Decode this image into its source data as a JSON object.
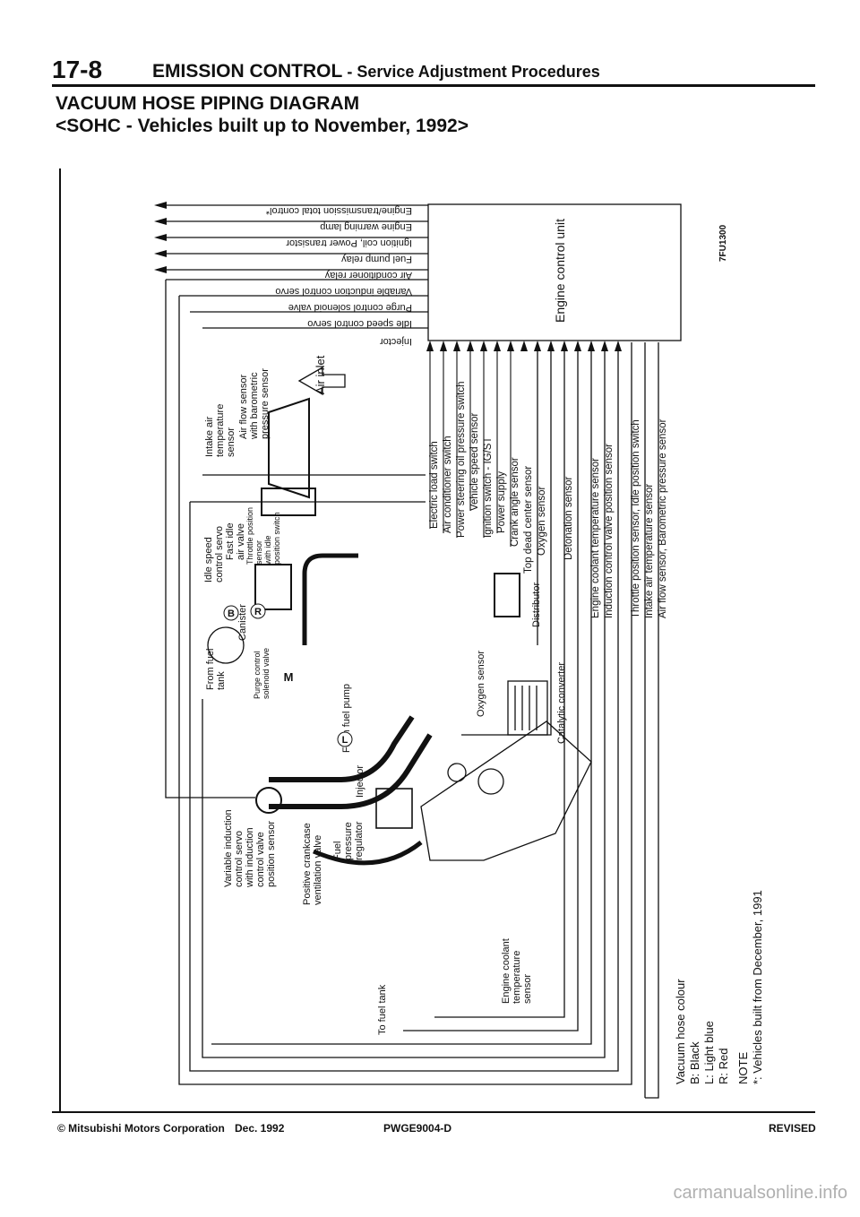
{
  "header": {
    "page_number": "17-8",
    "section": "EMISSION CONTROL",
    "subsection": " - Service Adjustment Procedures"
  },
  "title": {
    "line1": "VACUUM HOSE PIPING DIAGRAM",
    "line2": "<SOHC - Vehicles built up to November, 1992>"
  },
  "ecu": {
    "label": "Engine control unit",
    "outputs": [
      "Engine/transmission total control*",
      "Engine warning lamp",
      "Ignition coil, Power transistor",
      "Fuel pump relay",
      "Air conditioner relay",
      "Variable induction control servo",
      "Purge control solenoid valve",
      "Idle speed control servo",
      "Injector"
    ],
    "inputs": [
      "Electric load switch",
      "Air conditioner switch",
      "Power steering oil pressure switch",
      "Vehicle speed sensor",
      "Ignition switch - IG/ST",
      "Power supply",
      "Crank angle sensor",
      "Top dead center sensor",
      "Oxygen sensor",
      "Detonation sensor",
      "Engine coolant temperature sensor",
      "Induction control valve position sensor",
      "Throttle position sensor, Idle position switch",
      "Intake air temperature sensor",
      "Air flow sensor, Barometric pressure sensor"
    ]
  },
  "components": {
    "air_inlet": "Air inlet",
    "intake_air_temp": [
      "Intake air",
      "temperature",
      "sensor"
    ],
    "air_flow_sensor": [
      "Air flow sensor",
      "with barometric",
      "pressure sensor"
    ],
    "isc": [
      "Idle speed",
      "control servo",
      "Fast idle",
      "air valve"
    ],
    "tps": [
      "Throttle position",
      "sensor",
      "with idle",
      "position switch"
    ],
    "fuel_tank": [
      "From fuel",
      "tank"
    ],
    "canister": "Canister",
    "purge_valve": [
      "Purge control",
      "solenoid valve"
    ],
    "from_fuel_pump": "From fuel pump",
    "injector": "Injector",
    "vics": [
      "Variable induction",
      "control servo",
      "with induction",
      "control valve",
      "position sensor"
    ],
    "pcv": [
      "Positive crankcase",
      "ventilation valve"
    ],
    "fuel_reg": [
      "Fuel",
      "pressure",
      "regulator"
    ],
    "to_fuel_tank": "To fuel tank",
    "coolant_sensor": [
      "Engine coolant",
      "temperature",
      "sensor"
    ],
    "oxygen_sensor": "Oxygen sensor",
    "catalytic": "Catalytic converter",
    "distributor": "Distributor",
    "marks": {
      "B": "B",
      "R": "R",
      "M": "M",
      "L": "L"
    }
  },
  "legend": {
    "title": "Vacuum hose colour",
    "items": [
      "B: Black",
      "L: Light blue",
      "R: Red"
    ],
    "note_title": "NOTE",
    "note": "*: Vehicles built from December, 1991"
  },
  "figure_code": "7FU1300",
  "footer": {
    "copyright": "© Mitsubishi Motors Corporation",
    "date": "Dec. 1992",
    "code": "PWGE9004-D",
    "status": "REVISED"
  },
  "watermark": "carmanualsonline.info",
  "colors": {
    "ink": "#111111",
    "paper": "#ffffff"
  }
}
